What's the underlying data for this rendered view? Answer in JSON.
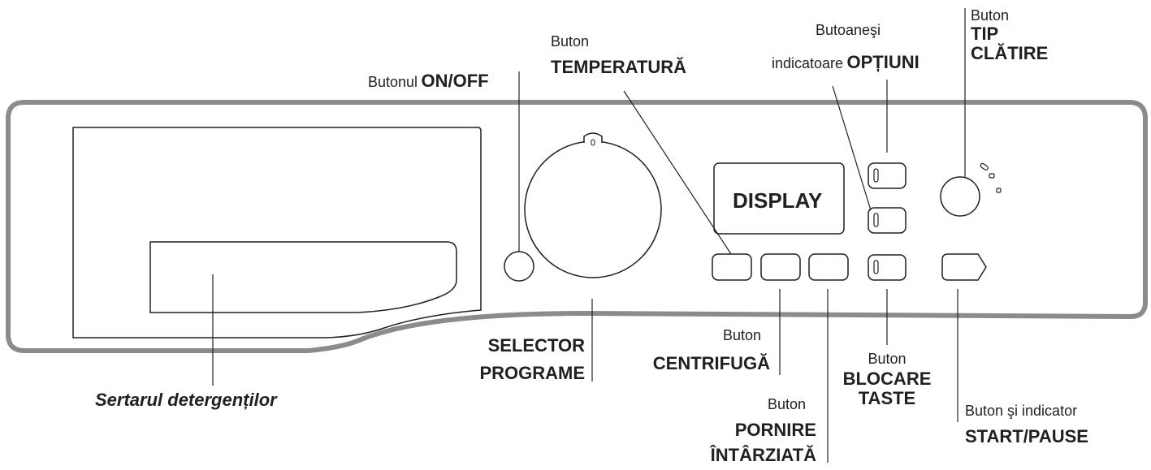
{
  "labels": {
    "on_off": {
      "prefix": "Butonul",
      "name": "ON/OFF"
    },
    "temperature": {
      "prefix": "Buton",
      "name": "TEMPERATURĂ"
    },
    "options": {
      "line1": "Butoaneşi",
      "prefix": "indicatoare",
      "name": "OPȚIUNI"
    },
    "rinse_type": {
      "prefix": "Buton",
      "name1": "TIP",
      "name2": "CLĂTIRE"
    },
    "display": "DISPLAY",
    "program_selector": {
      "line1": "SELECTOR",
      "line2": "PROGRAME"
    },
    "spin": {
      "prefix": "Buton",
      "name": "CENTRIFUGĂ"
    },
    "key_lock": {
      "prefix": "Buton",
      "name1": "BLOCARE",
      "name2": "TASTE"
    },
    "delay_start": {
      "prefix": "Buton",
      "name1": "PORNIRE",
      "name2": "ÎNTÂRZIATĂ"
    },
    "start_pause": {
      "prefix": "Buton şi indicator",
      "name": "START/PAUSE"
    },
    "detergent_drawer": "Sertarul detergenților"
  },
  "colors": {
    "panel_outline": "#8c8a8b",
    "line": "#231f20",
    "text": "#231f20"
  }
}
